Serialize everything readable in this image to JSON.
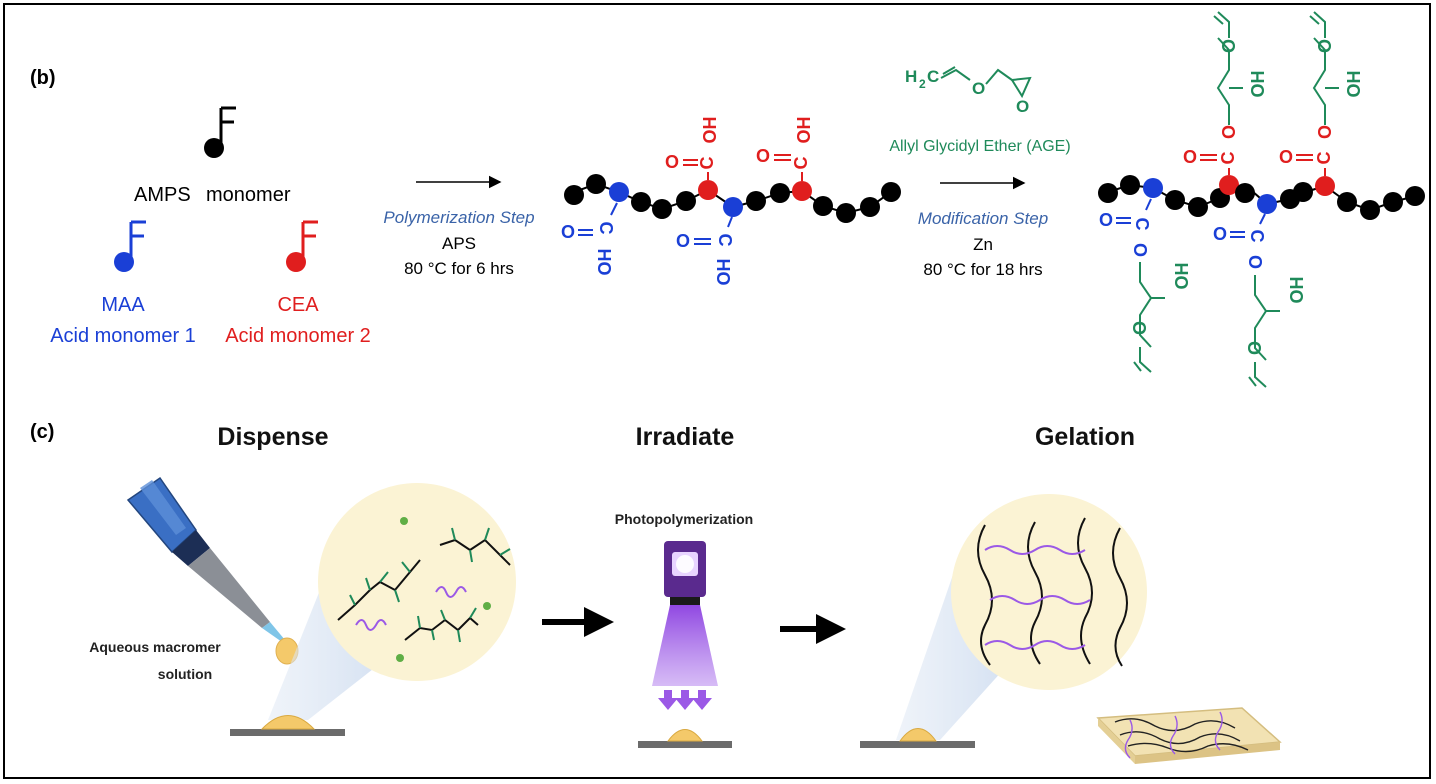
{
  "panel_b": {
    "label": "(b)",
    "monomers": {
      "amps_name": "AMPS",
      "amps_suffix": "monomer",
      "maa_name": "MAA",
      "maa_desc": "Acid monomer 1",
      "cea_name": "CEA",
      "cea_desc": "Acid monomer 2"
    },
    "step1": {
      "title": "Polymerization Step",
      "reagent": "APS",
      "conditions": "80 °C for 6 hrs"
    },
    "age": {
      "formula_H": "H",
      "formula_sub": "2",
      "formula_C": "C",
      "ring_O": "O",
      "chain_O": "O",
      "name": "Allyl Glycidyl Ether (AGE)"
    },
    "step2": {
      "title": "Modification Step",
      "reagent": "Zn",
      "conditions": "80 °C for 18 hrs"
    },
    "groups": {
      "carbon": "C",
      "oxygen": "O",
      "hydroxyl": "OH",
      "hydroxyl_rev": "HO"
    },
    "colors": {
      "amps": "#000000",
      "maa": "#1a3fd6",
      "cea": "#e01e1e",
      "age": "#1f8a5a",
      "step_title": "#3a63a8"
    }
  },
  "panel_c": {
    "label": "(c)",
    "dispense": "Dispense",
    "irradiate": "Irradiate",
    "gelation": "Gelation",
    "photopolymerization": "Photopolymerization",
    "aqueous_line1": "Aqueous macromer",
    "aqueous_line2": "solution",
    "colors": {
      "purple": "#9b59e6",
      "droplet": "#f4c96a",
      "circle_fill": "#fbf3d4",
      "pipette_blue": "#3a6fc4"
    }
  }
}
